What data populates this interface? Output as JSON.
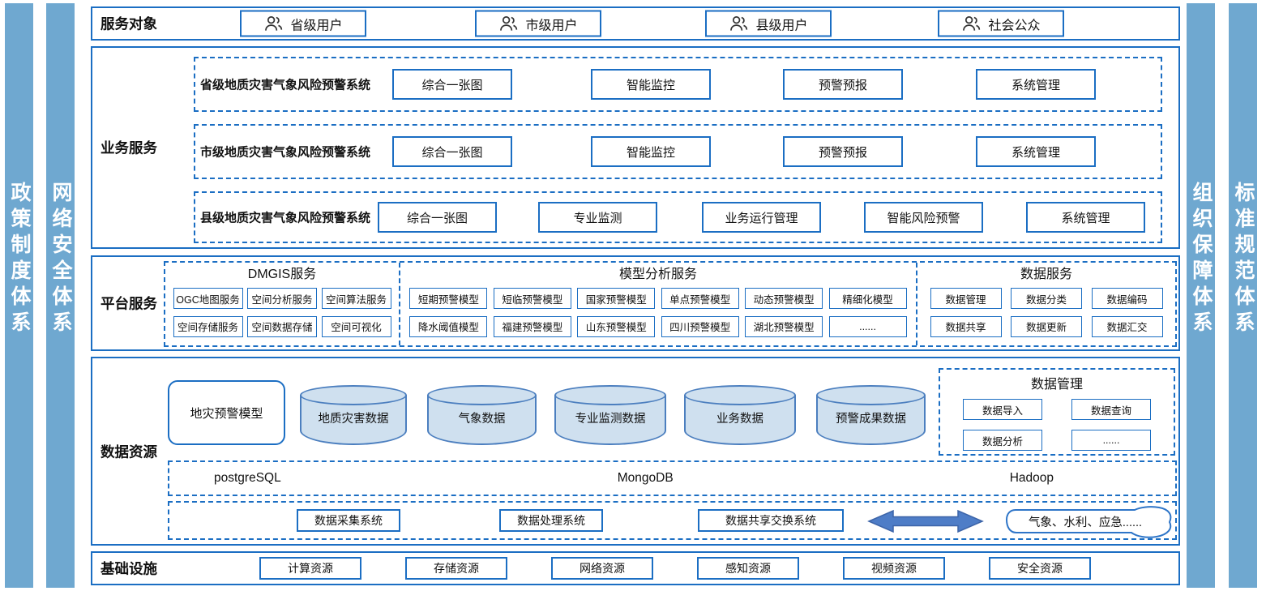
{
  "colors": {
    "accent": "#1b6ec3",
    "pillar_fill": "#6fa8d0",
    "cylinder_fill": "#cfe0ef",
    "cylinder_border": "#4c7fbf",
    "arrow_fill": "#4e7dc7"
  },
  "pillars": {
    "left": [
      {
        "label": "政策制度体系"
      },
      {
        "label": "网络安全体系"
      }
    ],
    "right": [
      {
        "label": "组织保障体系"
      },
      {
        "label": "标准规范体系"
      }
    ]
  },
  "service_targets": {
    "label": "服务对象",
    "items": [
      {
        "icon": "users-icon",
        "label": "省级用户"
      },
      {
        "icon": "users-icon",
        "label": "市级用户"
      },
      {
        "icon": "users-icon",
        "label": "县级用户"
      },
      {
        "icon": "users-icon",
        "label": "社会公众"
      }
    ]
  },
  "business_services": {
    "label": "业务服务",
    "rows": [
      {
        "title": "省级地质灾害气象风险预警系统",
        "modules": [
          "综合一张图",
          "智能监控",
          "预警预报",
          "系统管理"
        ]
      },
      {
        "title": "市级地质灾害气象风险预警系统",
        "modules": [
          "综合一张图",
          "智能监控",
          "预警预报",
          "系统管理"
        ]
      },
      {
        "title": "县级地质灾害气象风险预警系统",
        "modules": [
          "综合一张图",
          "专业监测",
          "业务运行管理",
          "智能风险预警",
          "系统管理"
        ]
      }
    ]
  },
  "platform_services": {
    "label": "平台服务",
    "groups": [
      {
        "title": "DMGIS服务",
        "items": [
          "OGC地图服务",
          "空间分析服务",
          "空间算法服务",
          "空间存储服务",
          "空间数据存储",
          "空间可视化"
        ]
      },
      {
        "title": "模型分析服务",
        "items": [
          "短期预警模型",
          "短临预警模型",
          "国家预警模型",
          "单点预警模型",
          "动态预警模型",
          "精细化模型",
          "降水阈值模型",
          "福建预警模型",
          "山东预警模型",
          "四川预警模型",
          "湖北预警模型",
          "......"
        ]
      },
      {
        "title": "数据服务",
        "items": [
          "数据管理",
          "数据分类",
          "数据编码",
          "数据共享",
          "数据更新",
          "数据汇交"
        ]
      }
    ]
  },
  "data_resources": {
    "label": "数据资源",
    "model_box": "地灾预警模型",
    "cylinders": [
      "地质灾害数据",
      "气象数据",
      "专业监测数据",
      "业务数据",
      "预警成果数据"
    ],
    "data_management": {
      "title": "数据管理",
      "items": [
        "数据导入",
        "数据查询",
        "数据分析",
        "......"
      ]
    },
    "databases": [
      "postgreSQL",
      "MongoDB",
      "Hadoop"
    ],
    "systems": [
      "数据采集系统",
      "数据处理系统",
      "数据共享交换系统"
    ],
    "exchange_arrow": "double-arrow-icon",
    "external_sources": "气象、水利、应急......"
  },
  "infrastructure": {
    "label": "基础设施",
    "items": [
      "计算资源",
      "存储资源",
      "网络资源",
      "感知资源",
      "视频资源",
      "安全资源"
    ]
  }
}
